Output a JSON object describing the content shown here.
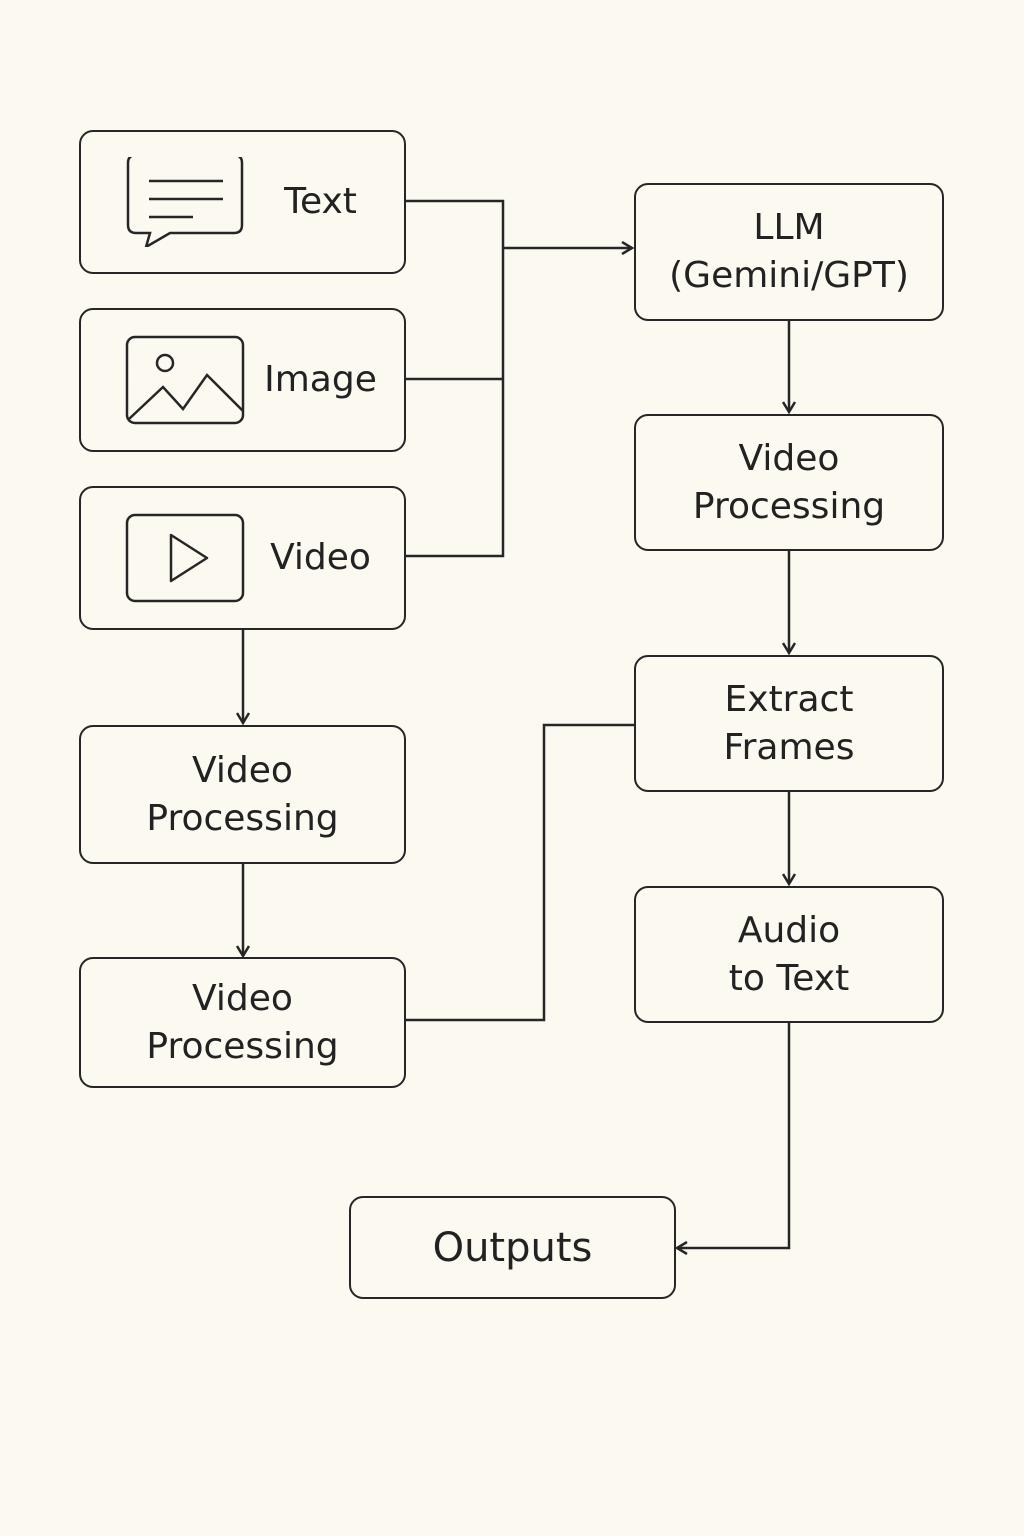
{
  "inputs": {
    "text": {
      "label": "Text",
      "icon": "speech-bubble-icon"
    },
    "image": {
      "label": "Image",
      "icon": "picture-icon"
    },
    "video": {
      "label": "Video",
      "icon": "play-icon"
    }
  },
  "left_column": {
    "processing_1": {
      "line1": "Video",
      "line2": "Processing"
    },
    "processing_2": {
      "line1": "Video",
      "line2": "Processing"
    }
  },
  "right_column": {
    "llm": {
      "line1": "LLM",
      "line2": "(Gemini/GPT)"
    },
    "video_processing": {
      "line1": "Video",
      "line2": "Processing"
    },
    "extract_frames": {
      "line1": "Extract",
      "line2": "Frames"
    },
    "audio_to_text": {
      "line1": "Audio",
      "line2": "to Text"
    }
  },
  "outputs": {
    "label": "Outputs"
  },
  "colors": {
    "background": "#fcf9f1",
    "stroke": "#262626",
    "text": "#222222"
  }
}
